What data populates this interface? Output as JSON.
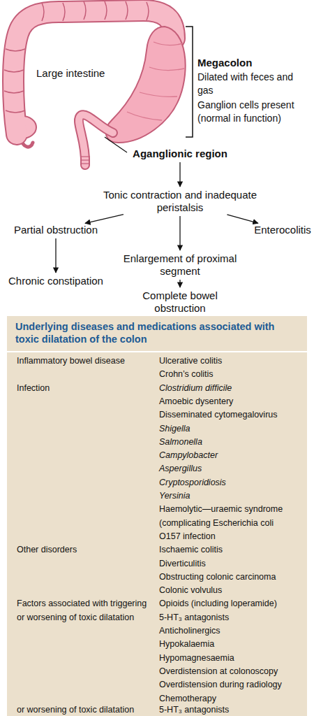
{
  "diagram": {
    "nodes": [
      {
        "text": [
          "Aganglionic region"
        ]
      },
      {
        "text": [
          "Tonic contraction and inadequate peristalsis"
        ]
      },
      {
        "text": [
          "Partial obstruction"
        ]
      },
      {
        "text": [
          "Enterocolitis"
        ]
      },
      {
        "text": [
          "Enlargement of proximal segment"
        ]
      },
      {
        "text": [
          "Chronic constipation"
        ]
      },
      {
        "text": [
          "Complete bowel obstruction"
        ]
      },
      {
        "text": [
          "Underlying diseases and medications associated with toxic dilatation of the colon"
        ]
      }
    ],
    "edges": [
      {
        "from": 0,
        "to": 1,
        "arrow": "to"
      },
      {
        "from": 1,
        "to": 2,
        "arrow": "to"
      },
      {
        "from": 1,
        "to": 4,
        "arrow": "to"
      },
      {
        "from": 1,
        "to": 3,
        "arrow": "to"
      },
      {
        "from": 2,
        "to": 5,
        "arrow": "to"
      },
      {
        "from": 4,
        "to": 6,
        "arrow": "to"
      }
    ],
    "labels": [
      "Large intestine",
      "Megacolon",
      "Dilated with feces and gas",
      "Ganglion cells present (normal in function)",
      "Inflammatory bowel disease",
      "Ulcerative colitis",
      "Crohn’s colitis",
      "Infection",
      "Clostridium difficile",
      "Amoebic dysentery",
      "Disseminated cytomegalovirus",
      "Shigella",
      "Salmonella",
      "Campylobacter",
      "Aspergillus",
      "Cryptosporidiosis",
      "Yersinia",
      "Haemolytic—uraemic syndrome (complicating Escherichia coli O157 infection",
      "Other disorders",
      "Ischaemic colitis",
      "Diverticulitis",
      "Obstructing colonic carcinoma",
      "Colonic volvulus",
      "Factors associated with triggering or worsening of toxic dilatation",
      "Opioids (including loperamide)",
      "5-HT₃ antagonists",
      "Anticholinergics",
      "Hypokalaemia",
      "Hypomagnesaemia",
      "Overdistension at colonoscopy",
      "Overdistension during radiology",
      "Chemotherapy",
      "or worsening of toxic dilatation",
      "5-HT₃ antagonists"
    ]
  }
}
